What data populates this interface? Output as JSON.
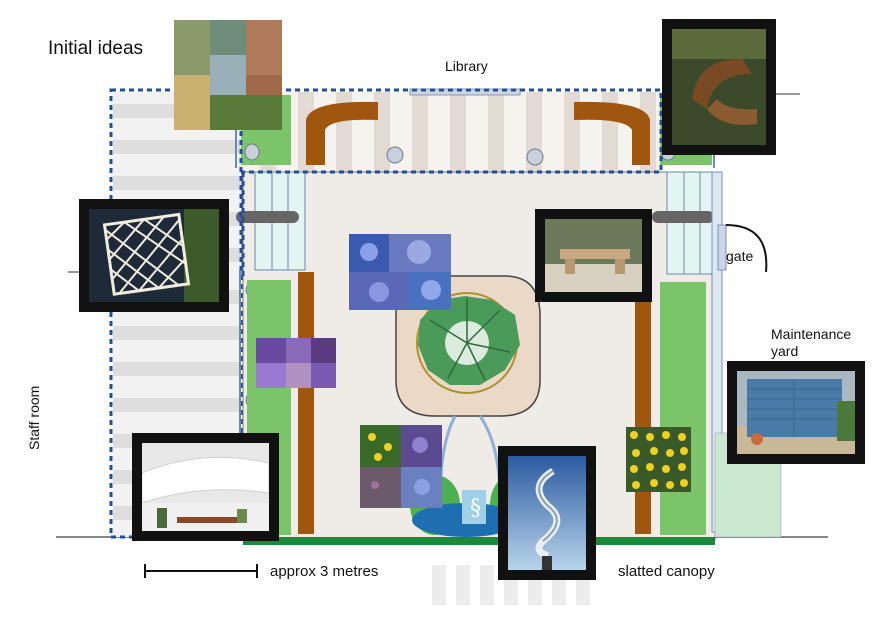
{
  "title": "Initial ideas",
  "labels": {
    "library": "Library",
    "gate": "gate",
    "maintenance_line1": "Maintenance",
    "maintenance_line2": "yard",
    "staff_room": "Staff room",
    "scale": "approx 3 metres",
    "canopy": "slatted canopy"
  },
  "colors": {
    "path_brown": "#a0560f",
    "lawn_green": "#6bbf59",
    "paving": "#eeeae4",
    "dashed_blue": "#1f4e9a",
    "pond_blue": "#1e6fb0",
    "seat_grey": "#666666",
    "edge_green": "#1a8a3a"
  },
  "images": [
    {
      "name": "grasses-collage"
    },
    {
      "name": "curved-timber-seat-photo"
    },
    {
      "name": "trellis-photo"
    },
    {
      "name": "stone-bench-photo"
    },
    {
      "name": "blue-flowers-collage"
    },
    {
      "name": "purple-flowers-collage"
    },
    {
      "name": "yellow-purple-flowers-collage"
    },
    {
      "name": "yellow-flowers-collage"
    },
    {
      "name": "blue-fence-photo"
    },
    {
      "name": "shade-sail-photo"
    },
    {
      "name": "steel-sculpture-photo"
    }
  ]
}
